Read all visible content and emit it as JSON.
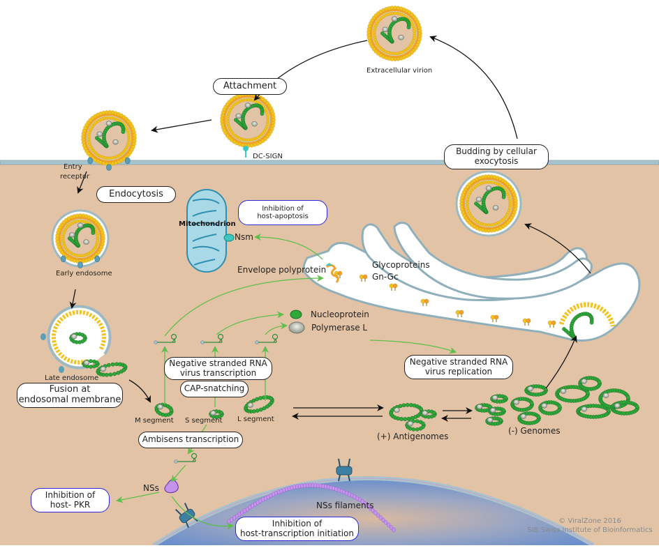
{
  "title": "Bunyavirus (Phlebovirus) replication cycle",
  "colors": {
    "cytoplasm": "#e3c3a5",
    "extracellular": "#ffffff",
    "membrane": "#9cb9c4",
    "nucleus": "#6a8ecb",
    "green_arrow": "#5cbf4a",
    "rna_bead": "#2fa83a",
    "polymerase": "#b9bfb4",
    "lipid_head": "#f2c21f",
    "nss": "#c592ec",
    "mitochondrion": "#a9d9e6",
    "blue_box_border": "#2a2ad6"
  },
  "labels": {
    "extracellular_virion": "Extracellular virion",
    "dc_sign": "DC-SIGN",
    "entry_receptor_1": "Entry",
    "entry_receptor_2": "receptor",
    "early_endosome": "Early endosome",
    "late_endosome": "Late endosome",
    "mitochondrion": "Mitochondrion",
    "nsm": "Nsm",
    "envelope_polyprotein": "Envelope polyprotein",
    "glycoproteins_1": "Glycoproteins",
    "glycoproteins_2": "Gn-Gc",
    "nucleoprotein": "Nucleoprotein",
    "polymerase_l": "Polymerase L",
    "m_segment": "M segment",
    "s_segment": "S segment",
    "l_segment": "L segment",
    "antigenomes": "(+) Antigenomes",
    "genomes": "(-) Genomes",
    "nss": "NSs",
    "nss_filaments": "NSs filaments"
  },
  "boxes": {
    "attachment": "Attachment",
    "endocytosis": "Endocytosis",
    "budding_1": "Budding by cellular",
    "budding_2": "exocytosis",
    "inhibition_apoptosis_1": "Inhibition of",
    "inhibition_apoptosis_2": "host-apoptosis",
    "fusion_1": "Fusion at",
    "fusion_2": "endosomal membrane",
    "transcription_1": "Negative stranded RNA",
    "transcription_2": "virus transcription",
    "cap_snatching": "CAP-snatching",
    "replication_1": "Negative stranded RNA",
    "replication_2": "virus replication",
    "ambisens": "Ambisens transcription",
    "inhibition_pkr_1": "Inhibition of",
    "inhibition_pkr_2": "host- PKR",
    "inhibition_transcription_1": "Inhibition of",
    "inhibition_transcription_2": "host-transcription initiation"
  },
  "credits": {
    "line1": "© ViralZone 2016",
    "line2": "SIB Swiss Institute of Bioinformatics"
  }
}
